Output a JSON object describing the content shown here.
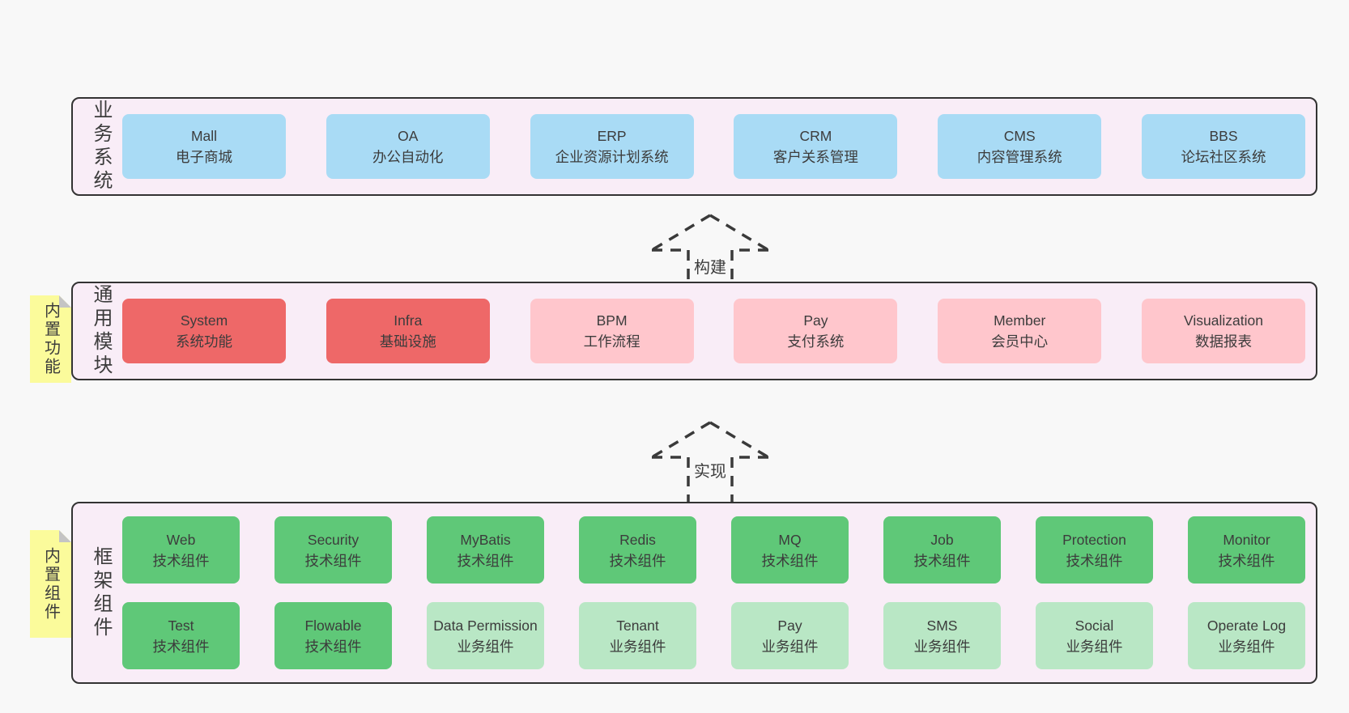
{
  "diagram": {
    "layers": [
      {
        "label": "业务系统",
        "boxes": [
          {
            "name": "Mall",
            "subtitle": "电子商城"
          },
          {
            "name": "OA",
            "subtitle": "办公自动化"
          },
          {
            "name": "ERP",
            "subtitle": "企业资源计划系统"
          },
          {
            "name": "CRM",
            "subtitle": "客户关系管理"
          },
          {
            "name": "CMS",
            "subtitle": "内容管理系统"
          },
          {
            "name": "BBS",
            "subtitle": "论坛社区系统"
          }
        ]
      },
      {
        "label": "通用模块",
        "note": "内置功能",
        "boxes": [
          {
            "name": "System",
            "subtitle": "系统功能"
          },
          {
            "name": "Infra",
            "subtitle": "基础设施"
          },
          {
            "name": "BPM",
            "subtitle": "工作流程"
          },
          {
            "name": "Pay",
            "subtitle": "支付系统"
          },
          {
            "name": "Member",
            "subtitle": "会员中心"
          },
          {
            "name": "Visualization",
            "subtitle": "数据报表"
          }
        ]
      },
      {
        "label": "框架组件",
        "note": "内置组件",
        "rows": [
          [
            {
              "name": "Web",
              "subtitle": "技术组件"
            },
            {
              "name": "Security",
              "subtitle": "技术组件"
            },
            {
              "name": "MyBatis",
              "subtitle": "技术组件"
            },
            {
              "name": "Redis",
              "subtitle": "技术组件"
            },
            {
              "name": "MQ",
              "subtitle": "技术组件"
            },
            {
              "name": "Job",
              "subtitle": "技术组件"
            },
            {
              "name": "Protection",
              "subtitle": "技术组件"
            },
            {
              "name": "Monitor",
              "subtitle": "技术组件"
            }
          ],
          [
            {
              "name": "Test",
              "subtitle": "技术组件"
            },
            {
              "name": "Flowable",
              "subtitle": "技术组件"
            },
            {
              "name": "Data Permission",
              "subtitle": "业务组件"
            },
            {
              "name": "Tenant",
              "subtitle": "业务组件"
            },
            {
              "name": "Pay",
              "subtitle": "业务组件"
            },
            {
              "name": "SMS",
              "subtitle": "业务组件"
            },
            {
              "name": "Social",
              "subtitle": "业务组件"
            },
            {
              "name": "Operate Log",
              "subtitle": "业务组件"
            }
          ]
        ]
      }
    ],
    "arrows": [
      {
        "label": "构建"
      },
      {
        "label": "实现"
      }
    ],
    "colors": {
      "page_bg": "#f8f8f8",
      "panel_bg": "#f9edf7",
      "panel_border": "#333333",
      "box_blue": "#a9dbf5",
      "box_red": "#ee6868",
      "box_pink": "#ffc6cc",
      "box_green": "#5fc878",
      "box_green_light": "#b9e7c5",
      "sticky_yellow": "#fbfb9b",
      "sticky_fold": "#c4c4c4",
      "text": "#3c3c3c"
    }
  }
}
